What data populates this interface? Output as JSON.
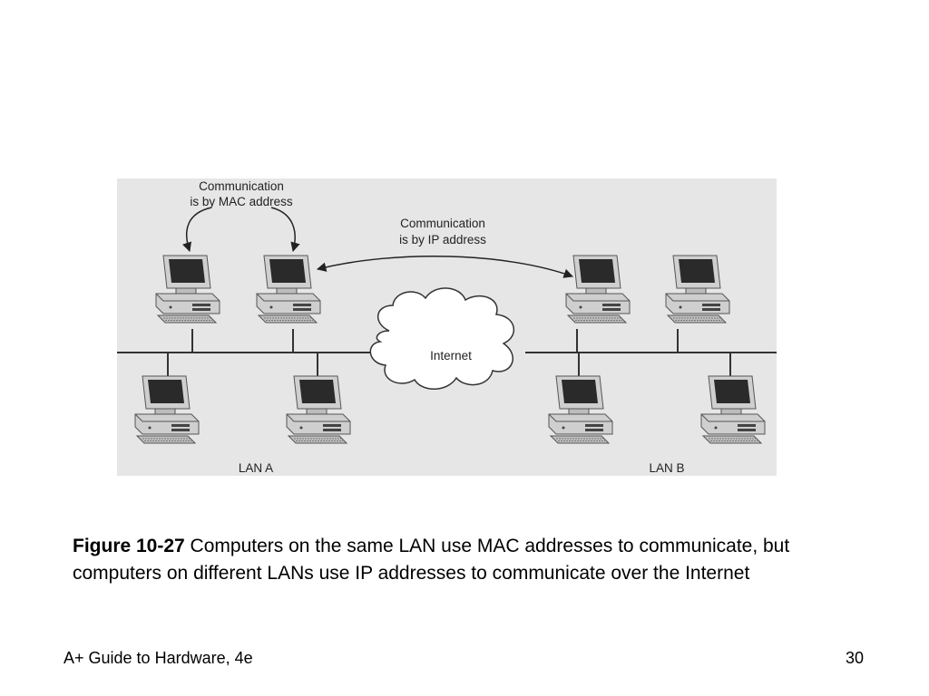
{
  "diagram": {
    "mac_label": [
      "Communication",
      "is by MAC address"
    ],
    "ip_label": [
      "Communication",
      "is by IP address"
    ],
    "cloud_label": "Internet",
    "lan_a_label": "LAN A",
    "lan_b_label": "LAN B",
    "colors": {
      "background": "#e6e6e6",
      "cable": "#333333",
      "computer": "#c9c9c9",
      "screen": "#2a2a2a",
      "cloud": "#ffffff"
    }
  },
  "caption": {
    "label": "Figure 10-27",
    "text": " Computers on the same LAN use MAC addresses to communicate, but computers on different LANs use IP addresses to communicate over the Internet"
  },
  "footer": {
    "title": "A+ Guide to Hardware, 4e",
    "page_number": "30"
  }
}
